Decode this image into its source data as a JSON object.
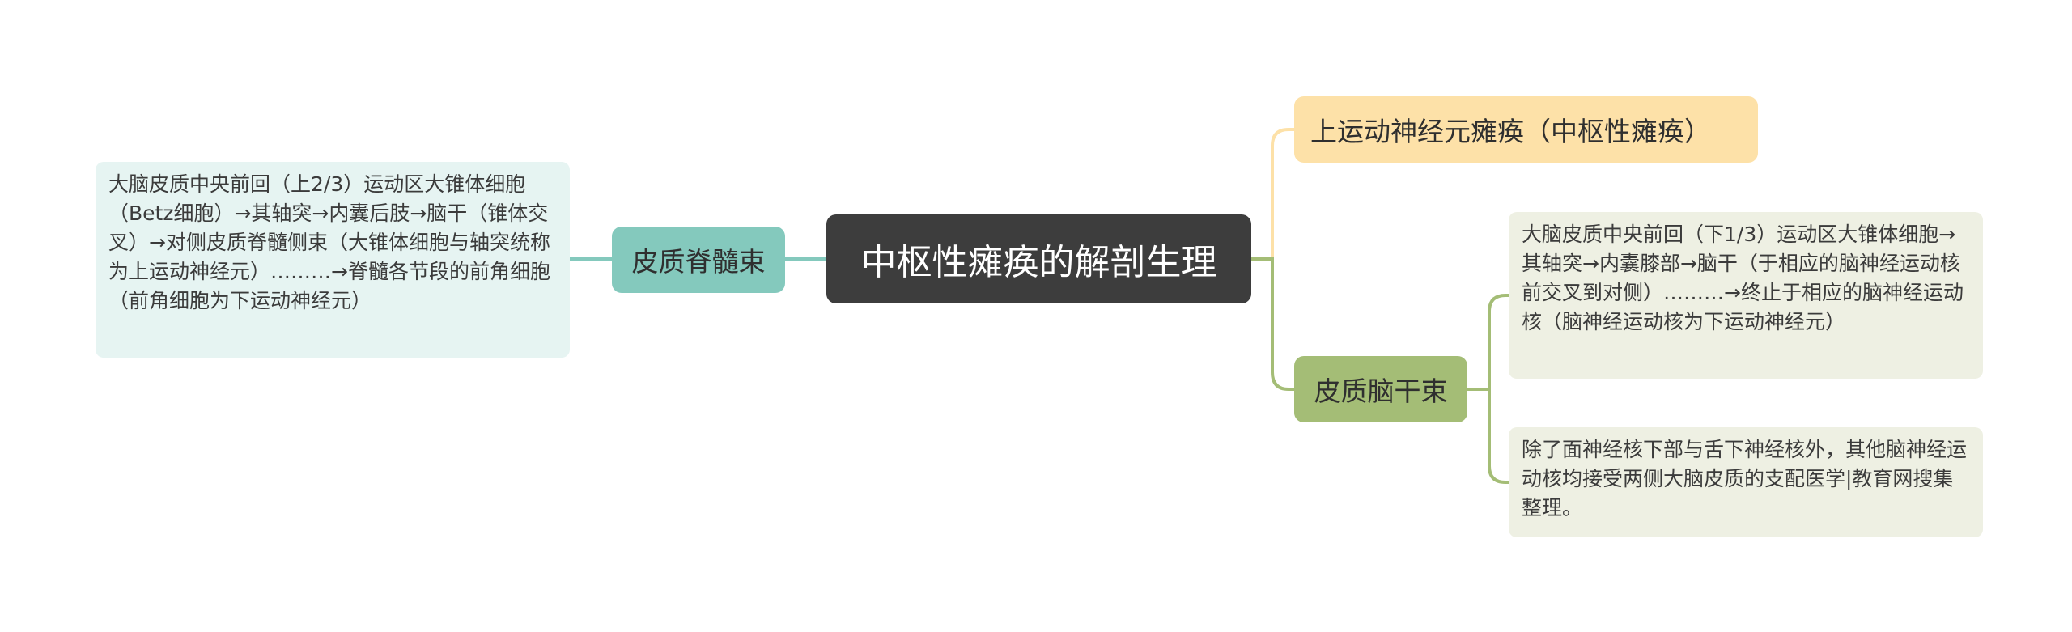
{
  "colors": {
    "root_bg": "#3d3d3d",
    "spinal_branch": "#84c9bd",
    "upper_branch": "#fde1a8",
    "bulbar_branch": "#a4bd76",
    "spinal_leaf": "#e6f4f2",
    "bulbar_leaf": "#eef0e3"
  },
  "root": {
    "title": "中枢性瘫痪的解剖生理"
  },
  "left": {
    "spinal_tract": {
      "label": "皮质脊髓束",
      "detail": "大脑皮质中央前回（上2/3）运动区大锥体细胞（Betz细胞）→其轴突→内囊后肢→脑干（锥体交叉）→对侧皮质脊髓侧束（大锥体细胞与轴突统称为上运动神经元）………→脊髓各节段的前角细胞（前角细胞为下运动神经元）"
    }
  },
  "right": {
    "upper_motor_neuron": {
      "label": "上运动神经元瘫痪（中枢性瘫痪）"
    },
    "corticobulbar_tract": {
      "label": "皮质脑干束",
      "detail_1": "大脑皮质中央前回（下1/3）运动区大锥体细胞→其轴突→内囊膝部→脑干（于相应的脑神经运动核前交叉到对侧）………→终止于相应的脑神经运动核（脑神经运动核为下运动神经元）",
      "detail_2": "除了面神经核下部与舌下神经核外，其他脑神经运动核均接受两侧大脑皮质的支配医学|教育网搜集整理。"
    }
  }
}
